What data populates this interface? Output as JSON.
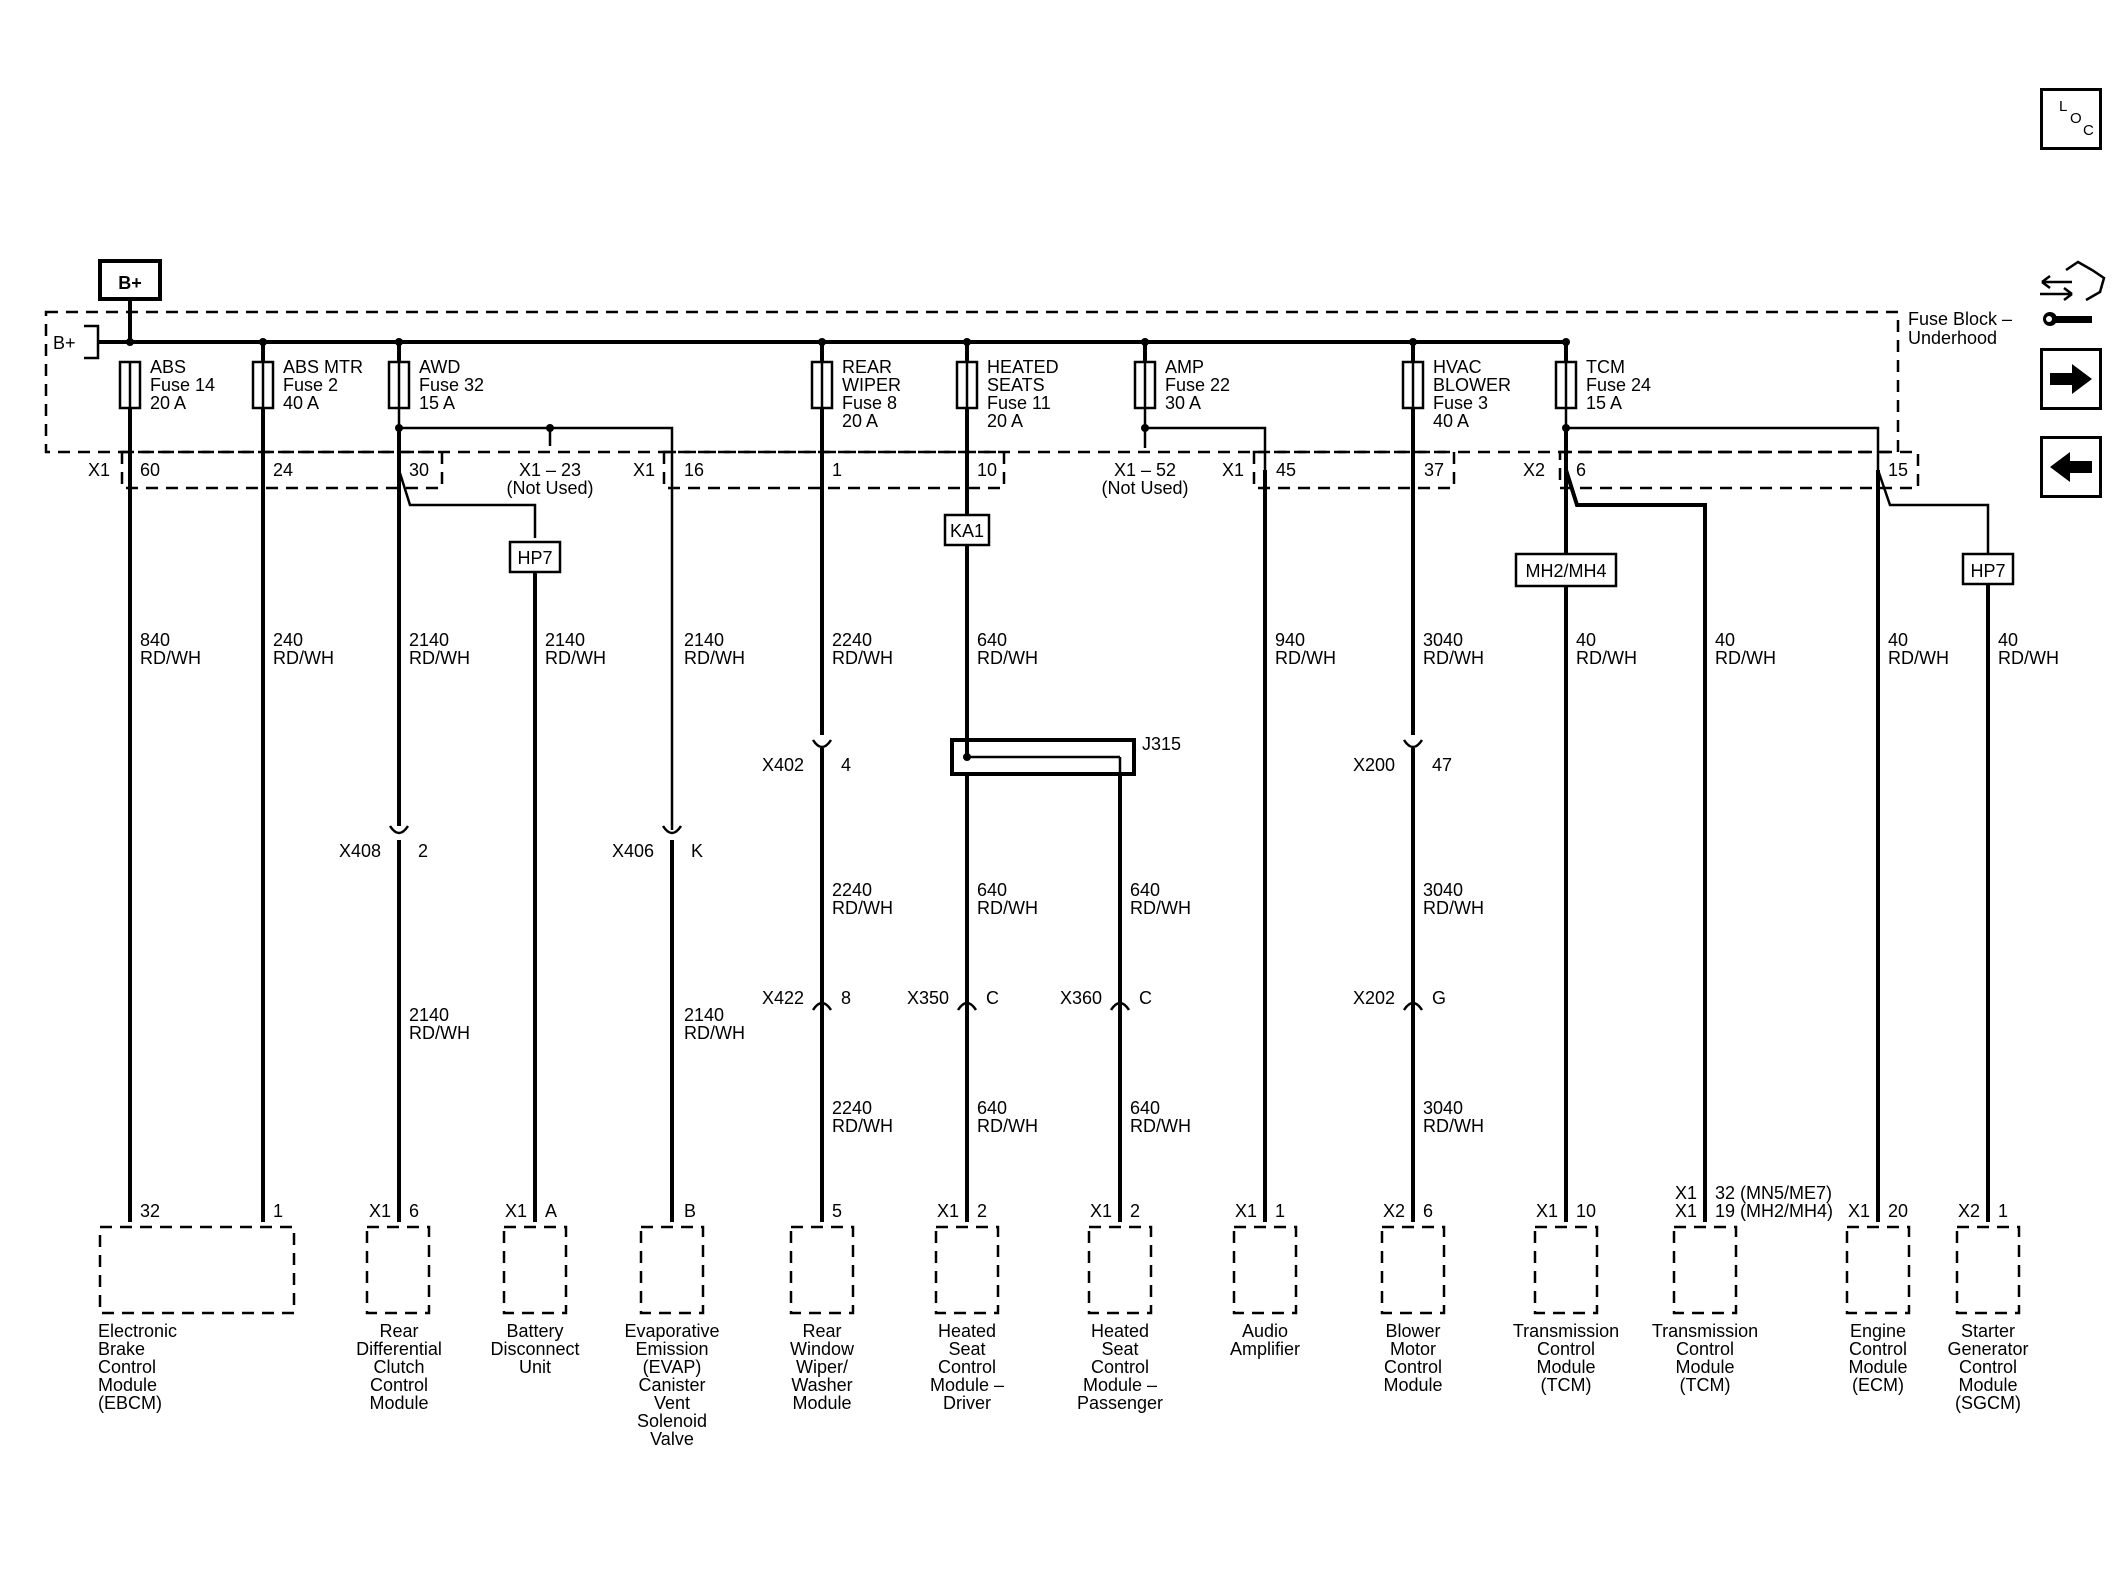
{
  "power": {
    "label": "B+",
    "bus_label": "B+"
  },
  "fuse_block": {
    "line1": "Fuse Block –",
    "line2": "Underhood"
  },
  "fuses": [
    {
      "l1": "ABS",
      "l2": "Fuse 14",
      "l3": "20 A",
      "l4": ""
    },
    {
      "l1": "ABS MTR",
      "l2": "Fuse 2",
      "l3": "40 A",
      "l4": ""
    },
    {
      "l1": "AWD",
      "l2": "Fuse 32",
      "l3": "15 A",
      "l4": ""
    },
    {
      "l1": "REAR",
      "l2": "WIPER",
      "l3": "Fuse 8",
      "l4": "20 A"
    },
    {
      "l1": "HEATED",
      "l2": "SEATS",
      "l3": "Fuse 11",
      "l4": "20 A"
    },
    {
      "l1": "AMP",
      "l2": "Fuse 22",
      "l3": "30 A",
      "l4": ""
    },
    {
      "l1": "HVAC",
      "l2": "BLOWER",
      "l3": "Fuse 3",
      "l4": "40 A"
    },
    {
      "l1": "TCM",
      "l2": "Fuse 24",
      "l3": "15 A",
      "l4": ""
    }
  ],
  "fuse_pins": {
    "x1a": "X1",
    "p60": "60",
    "p24": "24",
    "p30": "30",
    "x1_23": "X1 – 23",
    "not_used_1": "(Not Used)",
    "x1b": "X1",
    "p16": "16",
    "p1": "1",
    "p10": "10",
    "x1_52": "X1 – 52",
    "not_used_2": "(Not Used)",
    "x1c": "X1",
    "p45": "45",
    "p37": "37",
    "x2": "X2",
    "p6": "6",
    "p15": "15"
  },
  "splices": {
    "hp7_a": "HP7",
    "ka1": "KA1",
    "mh2": "MH2/MH4",
    "hp7_b": "HP7",
    "j315": "J315"
  },
  "wire_labels": [
    {
      "circuit": "840",
      "color": "RD/WH"
    },
    {
      "circuit": "240",
      "color": "RD/WH"
    },
    {
      "circuit": "2140",
      "color": "RD/WH"
    },
    {
      "circuit": "2140",
      "color": "RD/WH"
    },
    {
      "circuit": "2140",
      "color": "RD/WH"
    },
    {
      "circuit": "2240",
      "color": "RD/WH"
    },
    {
      "circuit": "640",
      "color": "RD/WH"
    },
    {
      "circuit": "940",
      "color": "RD/WH"
    },
    {
      "circuit": "3040",
      "color": "RD/WH"
    },
    {
      "circuit": "40",
      "color": "RD/WH"
    },
    {
      "circuit": "40",
      "color": "RD/WH"
    },
    {
      "circuit": "40",
      "color": "RD/WH"
    },
    {
      "circuit": "40",
      "color": "RD/WH"
    },
    {
      "circuit": "2140",
      "color": "RD/WH"
    },
    {
      "circuit": "2140",
      "color": "RD/WH"
    },
    {
      "circuit": "2240",
      "color": "RD/WH"
    },
    {
      "circuit": "640",
      "color": "RD/WH"
    },
    {
      "circuit": "640",
      "color": "RD/WH"
    },
    {
      "circuit": "3040",
      "color": "RD/WH"
    },
    {
      "circuit": "2240",
      "color": "RD/WH"
    },
    {
      "circuit": "640",
      "color": "RD/WH"
    },
    {
      "circuit": "640",
      "color": "RD/WH"
    },
    {
      "circuit": "3040",
      "color": "RD/WH"
    }
  ],
  "inline_connectors": [
    {
      "name": "X408",
      "pin": "2"
    },
    {
      "name": "X406",
      "pin": "K"
    },
    {
      "name": "X402",
      "pin": "4"
    },
    {
      "name": "X200",
      "pin": "47"
    },
    {
      "name": "X422",
      "pin": "8"
    },
    {
      "name": "X350",
      "pin": "C"
    },
    {
      "name": "X360",
      "pin": "C"
    },
    {
      "name": "X202",
      "pin": "G"
    }
  ],
  "terminals": [
    {
      "conn": "",
      "pin": "32"
    },
    {
      "conn": "",
      "pin": "1"
    },
    {
      "conn": "X1",
      "pin": "6"
    },
    {
      "conn": "X1",
      "pin": "A"
    },
    {
      "conn": "",
      "pin": "B"
    },
    {
      "conn": "",
      "pin": "5"
    },
    {
      "conn": "X1",
      "pin": "2"
    },
    {
      "conn": "X1",
      "pin": "2"
    },
    {
      "conn": "X1",
      "pin": "1"
    },
    {
      "conn": "X2",
      "pin": "6"
    },
    {
      "conn": "X1",
      "pin": "10"
    },
    {
      "conn": "X1",
      "pin": "20"
    },
    {
      "conn": "X2",
      "pin": "1"
    }
  ],
  "tcm2_terminal": {
    "r1c": "X1",
    "r1p": "32 (MN5/ME7)",
    "r2c": "X1",
    "r2p": "19 (MH2/MH4)"
  },
  "modules": [
    {
      "lines": [
        "Electronic",
        "Brake",
        "Control",
        "Module",
        "(EBCM)"
      ]
    },
    {
      "lines": [
        "Rear",
        "Differential",
        "Clutch",
        "Control",
        "Module"
      ]
    },
    {
      "lines": [
        "Battery",
        "Disconnect",
        "Unit"
      ]
    },
    {
      "lines": [
        "Evaporative",
        "Emission",
        "(EVAP)",
        "Canister",
        "Vent",
        "Solenoid",
        "Valve"
      ]
    },
    {
      "lines": [
        "Rear",
        "Window",
        "Wiper/",
        "Washer",
        "Module"
      ]
    },
    {
      "lines": [
        "Heated",
        "Seat",
        "Control",
        "Module –",
        "Driver"
      ]
    },
    {
      "lines": [
        "Heated",
        "Seat",
        "Control",
        "Module –",
        "Passenger"
      ]
    },
    {
      "lines": [
        "Audio",
        "Amplifier"
      ]
    },
    {
      "lines": [
        "Blower",
        "Motor",
        "Control",
        "Module"
      ]
    },
    {
      "lines": [
        "Transmission",
        "Control",
        "Module",
        "(TCM)"
      ]
    },
    {
      "lines": [
        "Transmission",
        "Control",
        "Module",
        "(TCM)"
      ]
    },
    {
      "lines": [
        "Engine",
        "Control",
        "Module",
        "(ECM)"
      ]
    },
    {
      "lines": [
        "Starter",
        "Generator",
        "Control",
        "Module",
        "(SGCM)"
      ]
    }
  ],
  "nav": {
    "loc_l": "L",
    "loc_o": "O",
    "loc_c": "C"
  }
}
